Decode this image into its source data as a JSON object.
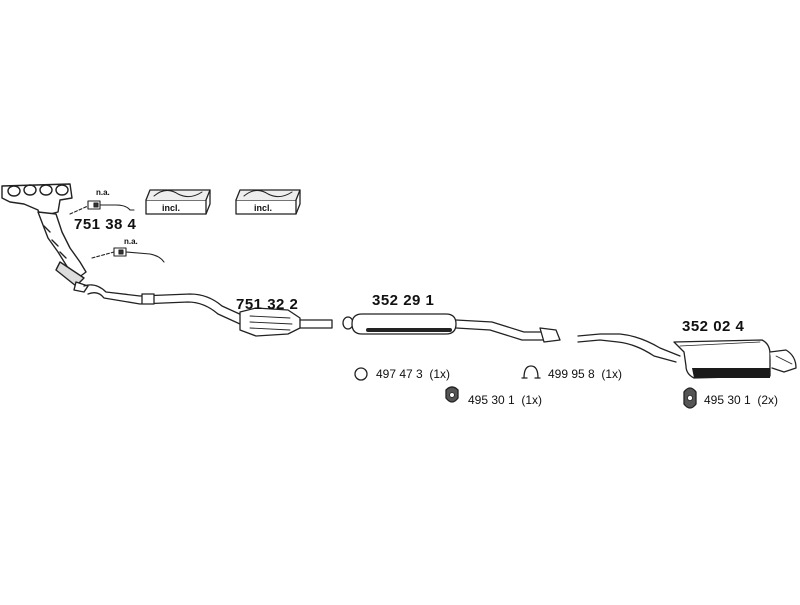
{
  "parts": {
    "manifold": "751 38 4",
    "catalyst": "751 32 2",
    "front_muffler": "352 29 1",
    "rear_muffler": "352 02 4"
  },
  "notes": {
    "na_1": "n.a.",
    "na_2": "n.a.",
    "incl_1": "incl.",
    "incl_2": "incl."
  },
  "accessories": [
    {
      "part": "497 47 3",
      "qty": "(1x)",
      "icon": "ring-gasket-icon"
    },
    {
      "part": "495 30 1",
      "qty": "(1x)",
      "icon": "rubber-hanger-icon"
    },
    {
      "part": "499 95 8",
      "qty": "(1x)",
      "icon": "clamp-icon"
    },
    {
      "part": "495 30 1",
      "qty": "(2x)",
      "icon": "rubber-hanger-icon"
    }
  ],
  "colors": {
    "line": "#222222",
    "fill": "#ffffff",
    "shade": "#9a9a9a"
  }
}
